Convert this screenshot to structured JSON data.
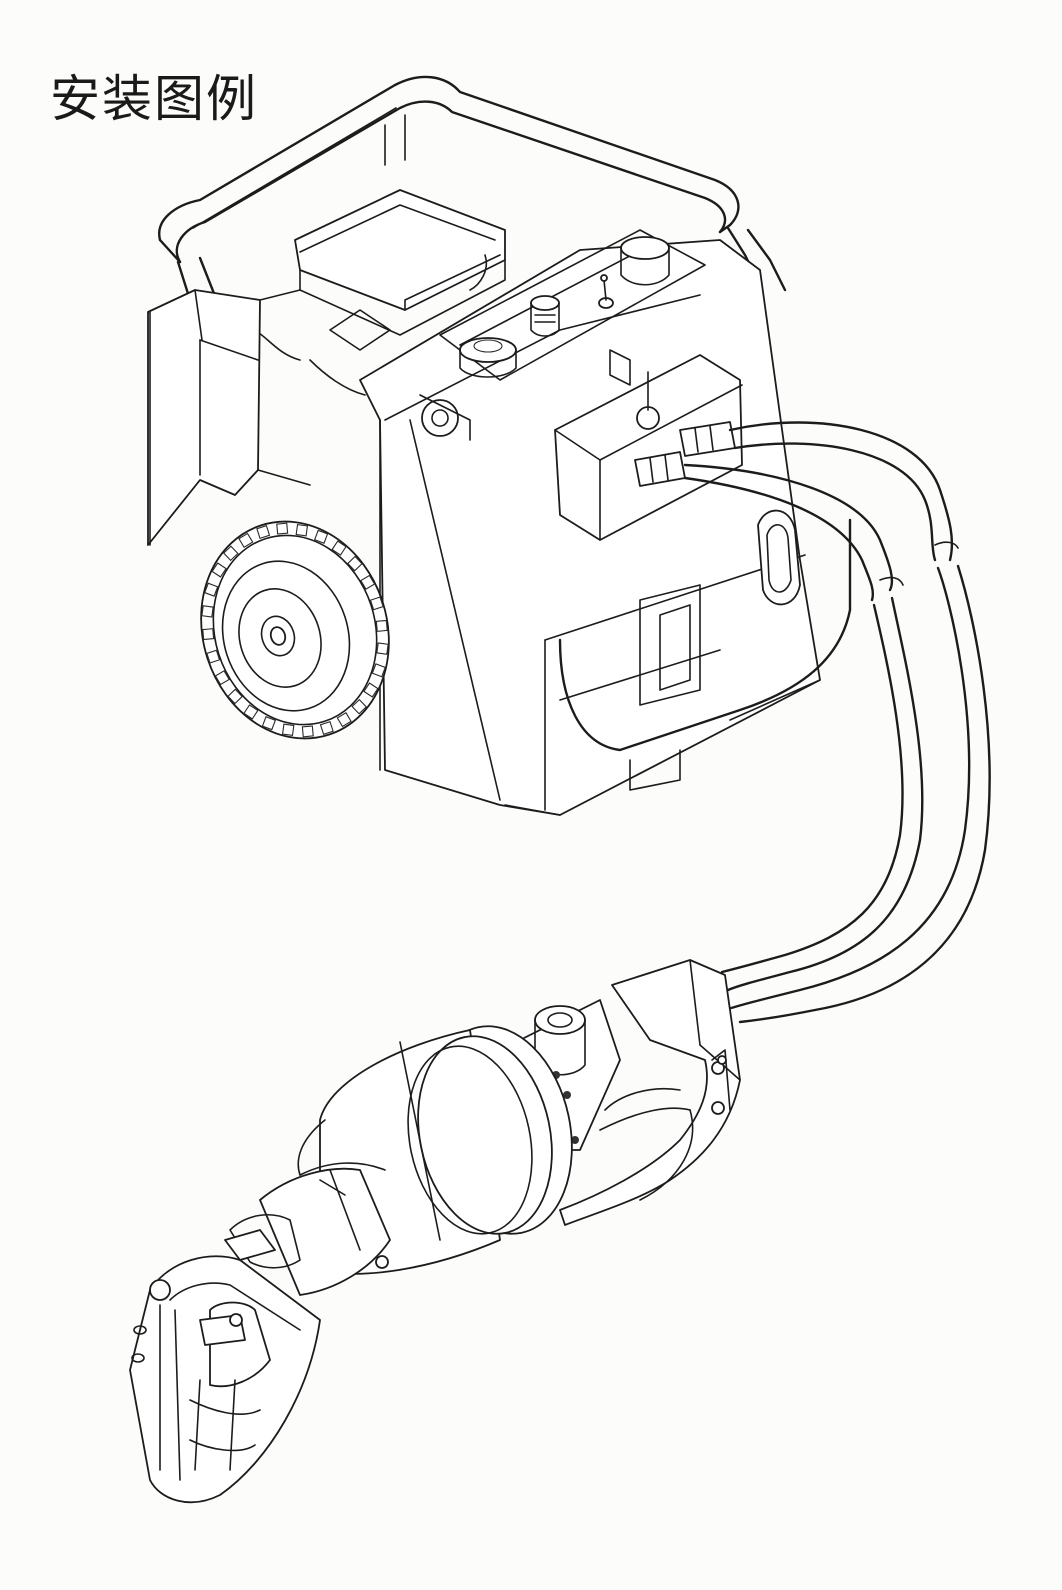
{
  "title": "安装图例",
  "figure": {
    "subject-pump": "hydraulic-pump-unit",
    "subject-tool": "hydraulic-crimping-head",
    "line_color": "#1c1c1c",
    "paper_color": "#fcfcfa"
  }
}
